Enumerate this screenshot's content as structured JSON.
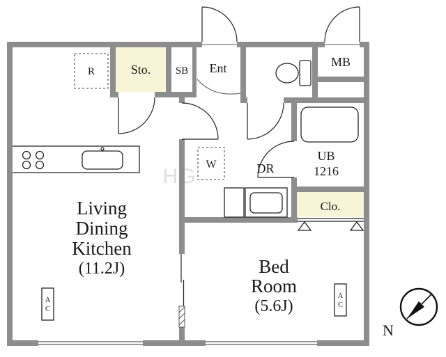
{
  "floorplan": {
    "rooms": {
      "living_dining_kitchen": {
        "line1": "Living",
        "line2": "Dining",
        "line3": "Kitchen",
        "size": "(11.2J)"
      },
      "bedroom": {
        "line1": "Bed",
        "line2": "Room",
        "size": "(5.6J)"
      },
      "storage": {
        "label": "Sto."
      },
      "shoe_box": {
        "label": "SB"
      },
      "entrance": {
        "label": "Ent"
      },
      "meter_box": {
        "label": "MB"
      },
      "unit_bath": {
        "line1": "UB",
        "line2": "1216"
      },
      "dressing_room": {
        "label": "DR"
      },
      "closet": {
        "label": "Clo."
      },
      "washing_machine": {
        "label": "W"
      },
      "refrigerator": {
        "label": "R"
      }
    },
    "equipment": {
      "ac_left": {
        "letter1": "A",
        "letter2": "C"
      },
      "ac_right": {
        "letter1": "A",
        "letter2": "C"
      }
    },
    "compass": {
      "north": "N"
    },
    "watermark": "HG",
    "colors": {
      "wall": "#8d8d8d",
      "room_fill": "#f8f4d8",
      "line": "#1a1a1a",
      "background": "#ffffff"
    }
  }
}
